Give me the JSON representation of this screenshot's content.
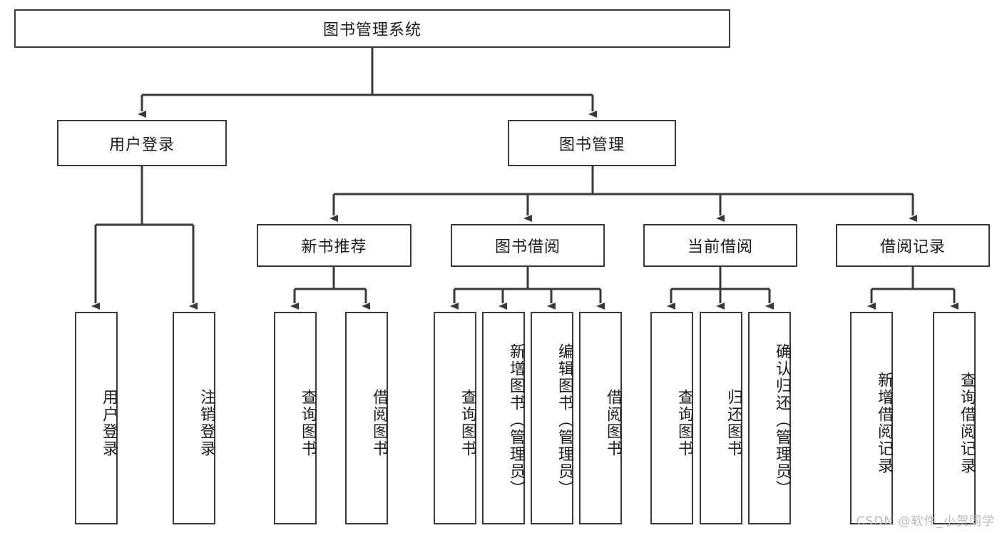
{
  "diagram": {
    "type": "tree",
    "title": "图书管理系统",
    "root": {
      "id": "root",
      "label": "图书管理系统"
    },
    "level2": [
      {
        "id": "user-login",
        "label": "用户登录"
      },
      {
        "id": "book-manage",
        "label": "图书管理"
      }
    ],
    "level3": [
      {
        "id": "new-book-rec",
        "label": "新书推荐",
        "parent": "book-manage"
      },
      {
        "id": "book-borrow",
        "label": "图书借阅",
        "parent": "book-manage"
      },
      {
        "id": "current-borrow",
        "label": "当前借阅",
        "parent": "book-manage"
      },
      {
        "id": "borrow-record",
        "label": "借阅记录",
        "parent": "book-manage"
      }
    ],
    "leaves": [
      {
        "id": "leaf-user-login",
        "label": "用户登录",
        "parent": "user-login"
      },
      {
        "id": "leaf-user-logout",
        "label": "注销登录",
        "parent": "user-login"
      },
      {
        "id": "leaf-rec-query",
        "label": "查询图书",
        "parent": "new-book-rec"
      },
      {
        "id": "leaf-rec-borrow",
        "label": "借阅图书",
        "parent": "new-book-rec"
      },
      {
        "id": "leaf-borrow-query",
        "label": "查询图书",
        "parent": "book-borrow"
      },
      {
        "id": "leaf-borrow-add",
        "label": "新增图书（管理员）",
        "parent": "book-borrow"
      },
      {
        "id": "leaf-borrow-edit",
        "label": "编辑图书（管理员）",
        "parent": "book-borrow"
      },
      {
        "id": "leaf-borrow-lend",
        "label": "借阅图书",
        "parent": "book-borrow"
      },
      {
        "id": "leaf-cur-query",
        "label": "查询图书",
        "parent": "current-borrow"
      },
      {
        "id": "leaf-cur-return",
        "label": "归还图书",
        "parent": "current-borrow"
      },
      {
        "id": "leaf-cur-confirm",
        "label": "确认归还（管理员）",
        "parent": "current-borrow"
      },
      {
        "id": "leaf-rec-add",
        "label": "新增借阅记录",
        "parent": "borrow-record"
      },
      {
        "id": "leaf-rec-search",
        "label": "查询借阅记录",
        "parent": "borrow-record"
      }
    ],
    "colors": {
      "border": "#3a3a3a",
      "edge": "#3a3a3a",
      "background": "#ffffff",
      "text": "#1b1b1b",
      "watermark": "#b9b9b9"
    }
  },
  "watermark": {
    "text": "CSDN @软件_小贺同学"
  }
}
